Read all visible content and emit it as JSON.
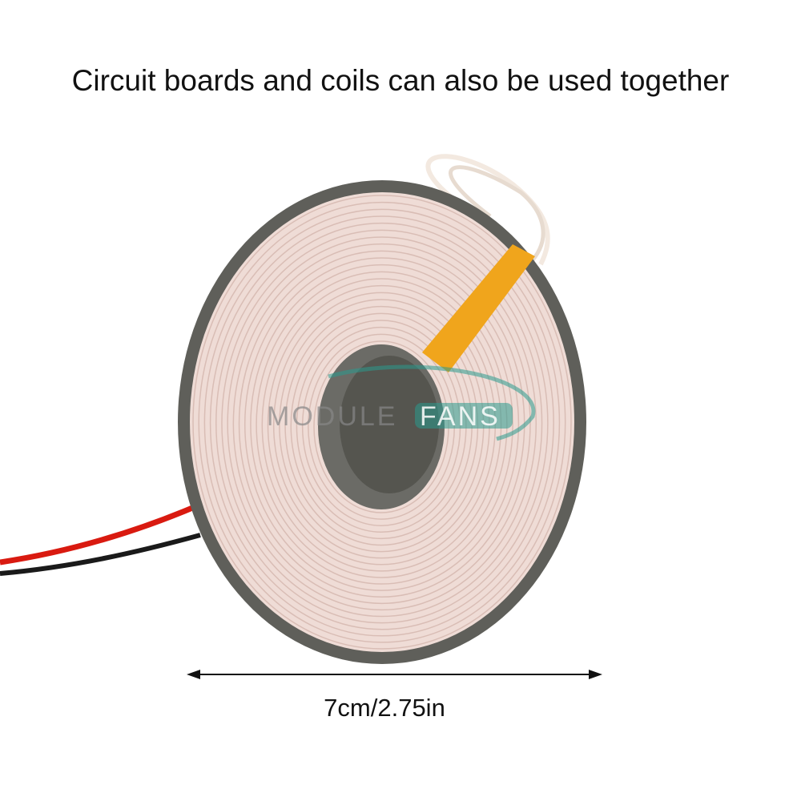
{
  "title": "Circuit boards and coils can also be used together",
  "dimension_label": "7cm/2.75in",
  "watermark": "MODULEFANS",
  "colors": {
    "rim": "#5f5f5a",
    "coil": "#efdcd6",
    "coil_line": "#d9bdb5",
    "hub": "#6b6b66",
    "hub_disc": "#55554f",
    "tape": "#f0a51c",
    "wire_red": "#d91a10",
    "wire_black": "#1a1a1a",
    "watermark_teal": "#2a9b8e"
  }
}
